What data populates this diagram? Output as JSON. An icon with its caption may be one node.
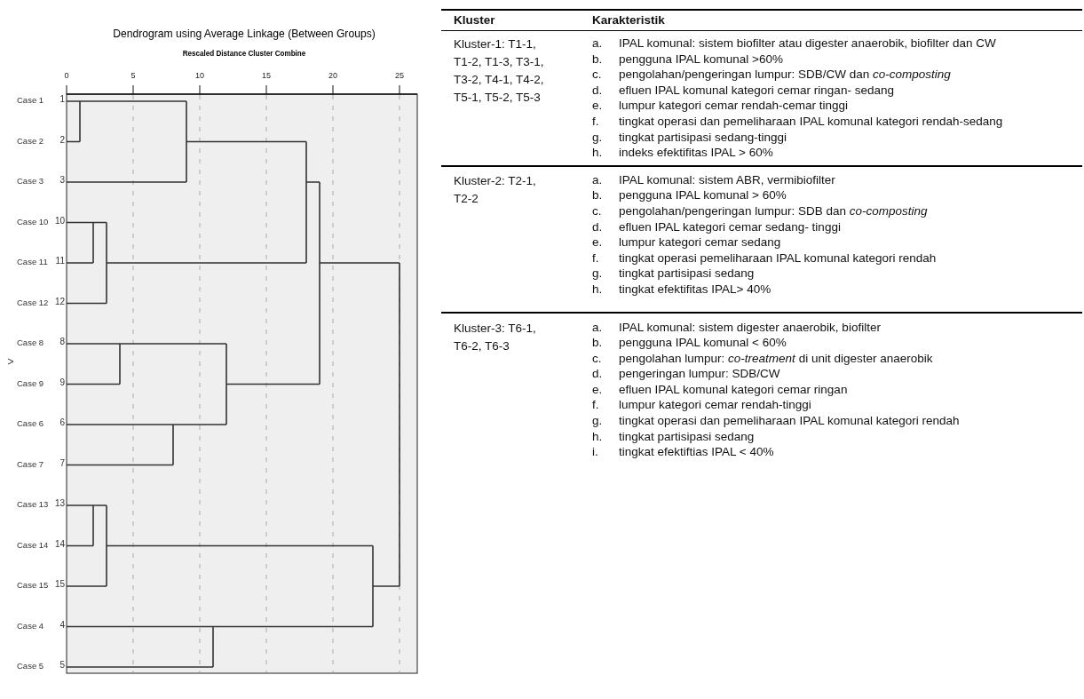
{
  "diagram": {
    "labels": [
      "Dendrogram using Average Linkage (Between Groups)",
      "Rescaled Distance Cluster Combine",
      "0",
      "5",
      "10",
      "15",
      "20",
      "25",
      "Case 1",
      "1",
      "Case 2",
      "2",
      "Case 3",
      "3",
      "Case 10",
      "10",
      "Case 11",
      "11",
      "Case 12",
      "12",
      "Case 8",
      "8",
      "Case 9",
      "9",
      "Case 6",
      "6",
      "Case 7",
      "7",
      "Case 13",
      "13",
      "Case 14",
      "14",
      "Case 15",
      "15",
      "Case 4",
      "4",
      "Case 5",
      "5",
      "Kluster",
      "Karakteristik",
      "Kluster-1: T1-1, T1-2, T1-3, T3-1, T3-2, T4-1, T4-2, T5-1, T5-2, T5-3",
      "a.",
      "IPAL komunal: sistem biofilter atau digester anaerobik, biofilter dan CW",
      "b.",
      "pengguna IPAL komunal >60%",
      "c.",
      "pengolahan/pengeringan lumpur: SDB/CW dan *co-composting*",
      "d.",
      "efluen IPAL komunal kategori cemar ringan- sedang",
      "e.",
      "lumpur kategori cemar rendah-cemar tinggi",
      "f.",
      "tingkat operasi dan pemeliharaan IPAL komunal kategori rendah-sedang",
      "g.",
      "tingkat partisipasi sedang-tinggi",
      "h.",
      "indeks efektifitas IPAL > 60%",
      "Kluster-2: T2-1, T2-2",
      "a.",
      "IPAL komunal: sistem ABR, vermibiofilter",
      "b.",
      "pengguna IPAL komunal > 60%",
      "c.",
      "pengolahan/pengeringan lumpur: SDB dan *co-composting*",
      "d.",
      "efluen IPAL kategori cemar sedang- tinggi",
      "e.",
      "lumpur kategori cemar sedang",
      "f.",
      "tingkat operasi pemeliharaan IPAL komunal kategori rendah",
      "g.",
      "tingkat partisipasi sedang",
      "h.",
      "tingkat efektifitas IPAL> 40%",
      "Kluster-3: T6-1, T6-2, T6-3",
      "a.",
      "IPAL komunal: sistem digester anaerobik, biofilter",
      "b.",
      "pengguna IPAL komunal < 60%",
      "c.",
      "pengolahan lumpur: *co-treatment* di unit digester anaerobik",
      "d.",
      "pengeringan lumpur: SDB/CW",
      "e.",
      "efluen IPAL komunal kategori cemar ringan",
      "f.",
      "lumpur kategori cemar rendah-tinggi",
      "g.",
      "tingkat operasi dan pemeliharaan IPAL komunal kategori rendah",
      "h.",
      "tingkat partisipasi sedang",
      "i.",
      "tingkat efektiftias IPAL < 40%"
    ]
  }
}
